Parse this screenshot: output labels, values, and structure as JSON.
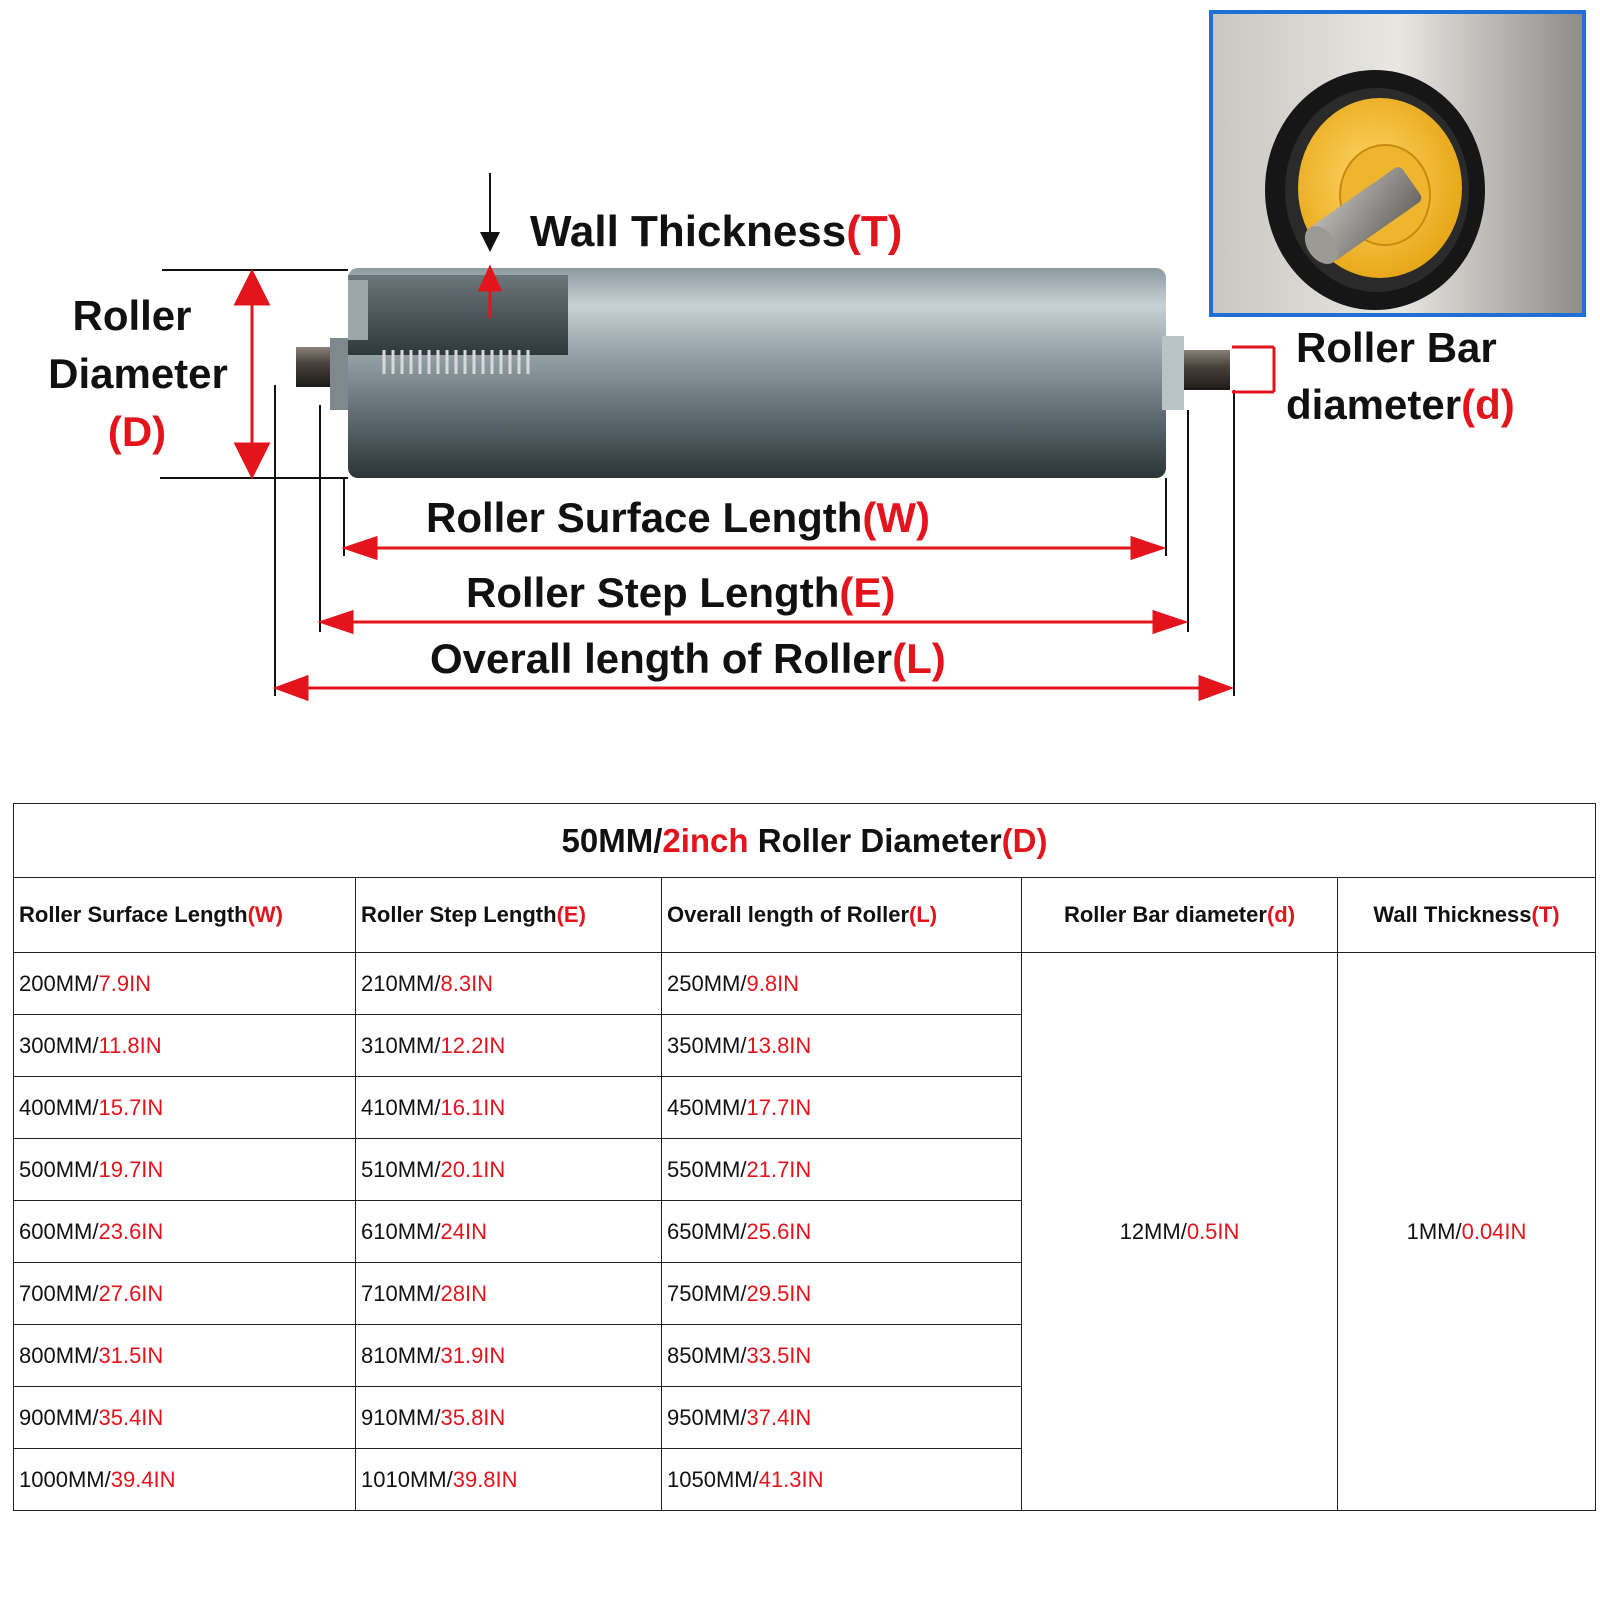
{
  "diagram": {
    "wall_thickness": {
      "label": "Wall Thickness",
      "code": "(T)"
    },
    "roller_diameter": {
      "line1": "Roller",
      "line2": "Diameter",
      "code": "(D)"
    },
    "roller_bar": {
      "line1": "Roller Bar",
      "line2": "diameter",
      "code": "(d)"
    },
    "surface_length": {
      "label": "Roller Surface Length",
      "code": "(W)"
    },
    "step_length": {
      "label": "Roller Step Length",
      "code": "(E)"
    },
    "overall_length": {
      "label": "Overall length of Roller",
      "code": "(L)"
    }
  },
  "table": {
    "title": {
      "a": "50MM/",
      "b": "2inch",
      "c": " Roller Diameter",
      "d": "(D)"
    },
    "headers": [
      {
        "label": "Roller Surface Length",
        "code": "(W)"
      },
      {
        "label": "Roller Step Length",
        "code": "(E)"
      },
      {
        "label": "Overall length of Roller",
        "code": "(L)"
      },
      {
        "label": "Roller Bar diameter",
        "code": "(d)"
      },
      {
        "label": "Wall Thickness",
        "code": "(T)"
      }
    ],
    "rows": [
      {
        "w_mm": "200MM/",
        "w_in": "7.9IN",
        "e_mm": "210MM/",
        "e_in": "8.3IN",
        "l_mm": "250MM/",
        "l_in": "9.8IN"
      },
      {
        "w_mm": "300MM/",
        "w_in": "11.8IN",
        "e_mm": "310MM/",
        "e_in": "12.2IN",
        "l_mm": "350MM/",
        "l_in": "13.8IN"
      },
      {
        "w_mm": "400MM/",
        "w_in": "15.7IN",
        "e_mm": "410MM/",
        "e_in": "16.1IN",
        "l_mm": "450MM/",
        "l_in": "17.7IN"
      },
      {
        "w_mm": "500MM/",
        "w_in": "19.7IN",
        "e_mm": "510MM/",
        "e_in": "20.1IN",
        "l_mm": "550MM/",
        "l_in": "21.7IN"
      },
      {
        "w_mm": "600MM/",
        "w_in": "23.6IN",
        "e_mm": "610MM/",
        "e_in": "24IN",
        "l_mm": "650MM/",
        "l_in": "25.6IN"
      },
      {
        "w_mm": "700MM/",
        "w_in": "27.6IN",
        "e_mm": "710MM/",
        "e_in": "28IN",
        "l_mm": "750MM/",
        "l_in": "29.5IN"
      },
      {
        "w_mm": "800MM/",
        "w_in": "31.5IN",
        "e_mm": "810MM/",
        "e_in": "31.9IN",
        "l_mm": "850MM/",
        "l_in": "33.5IN"
      },
      {
        "w_mm": "900MM/",
        "w_in": "35.4IN",
        "e_mm": "910MM/",
        "e_in": "35.8IN",
        "l_mm": "950MM/",
        "l_in": "37.4IN"
      },
      {
        "w_mm": "1000MM/",
        "w_in": "39.4IN",
        "e_mm": "1010MM/",
        "e_in": "39.8IN",
        "l_mm": "1050MM/",
        "l_in": "41.3IN"
      }
    ],
    "bar_diameter": {
      "mm": "12MM/",
      "in": "0.5IN"
    },
    "wall_thickness": {
      "mm": "1MM/",
      "in": "0.04IN"
    }
  },
  "colors": {
    "accent_red": "#e3141c",
    "inset_border": "#1f6fd6",
    "text": "#111111"
  }
}
